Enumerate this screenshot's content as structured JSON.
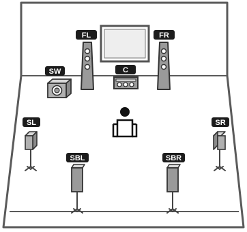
{
  "speakers": {
    "fl": {
      "label": "FL"
    },
    "fr": {
      "label": "FR"
    },
    "c": {
      "label": "C"
    },
    "sw": {
      "label": "SW"
    },
    "sl": {
      "label": "SL"
    },
    "sr": {
      "label": "SR"
    },
    "sbl": {
      "label": "SBL"
    },
    "sbr": {
      "label": "SBR"
    }
  },
  "colors": {
    "outline": "#555555",
    "speaker_gray": "#9a9a9a",
    "badge": "#1c1c1c",
    "tv_screen": "#eeeeee",
    "figure": "#111111"
  },
  "icons": [
    "tv-icon",
    "floor-speaker-icon",
    "center-speaker-icon",
    "subwoofer-icon",
    "surround-speaker-icon",
    "stand-icon",
    "listener-icon"
  ]
}
